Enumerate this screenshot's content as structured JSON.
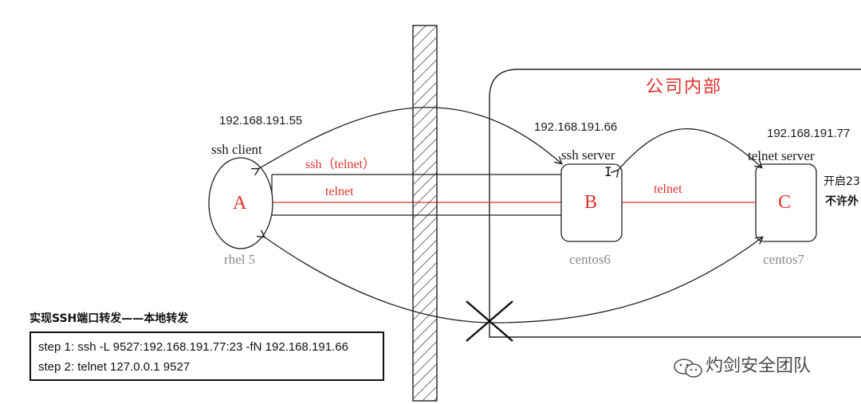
{
  "header": "公司内部",
  "nodes": {
    "a": {
      "letter": "A",
      "ip": "192.168.191.55",
      "role": "ssh client",
      "os": "rhel 5"
    },
    "b": {
      "letter": "B",
      "ip": "192.168.191.66",
      "role": "ssh server",
      "os": "centos6"
    },
    "c": {
      "letter": "C",
      "ip": "192.168.191.77",
      "role": "telnet server",
      "os": "centos7",
      "note1": "开启23",
      "note2": "不许外"
    }
  },
  "links": {
    "tunnel": "ssh（telnet）",
    "telnet_ab": "telnet",
    "telnet_bc": "telnet"
  },
  "commands": {
    "title": "实现SSH端口转发——本地转发",
    "step1": "step 1:  ssh -L 9527:192.168.191.77:23 -fN 192.168.191.66",
    "step2": "step 2:  telnet 127.0.0.1  9527"
  },
  "watermark": "灼剑安全团队",
  "colors": {
    "accent_red": "#e0322f",
    "line": "#222222"
  }
}
